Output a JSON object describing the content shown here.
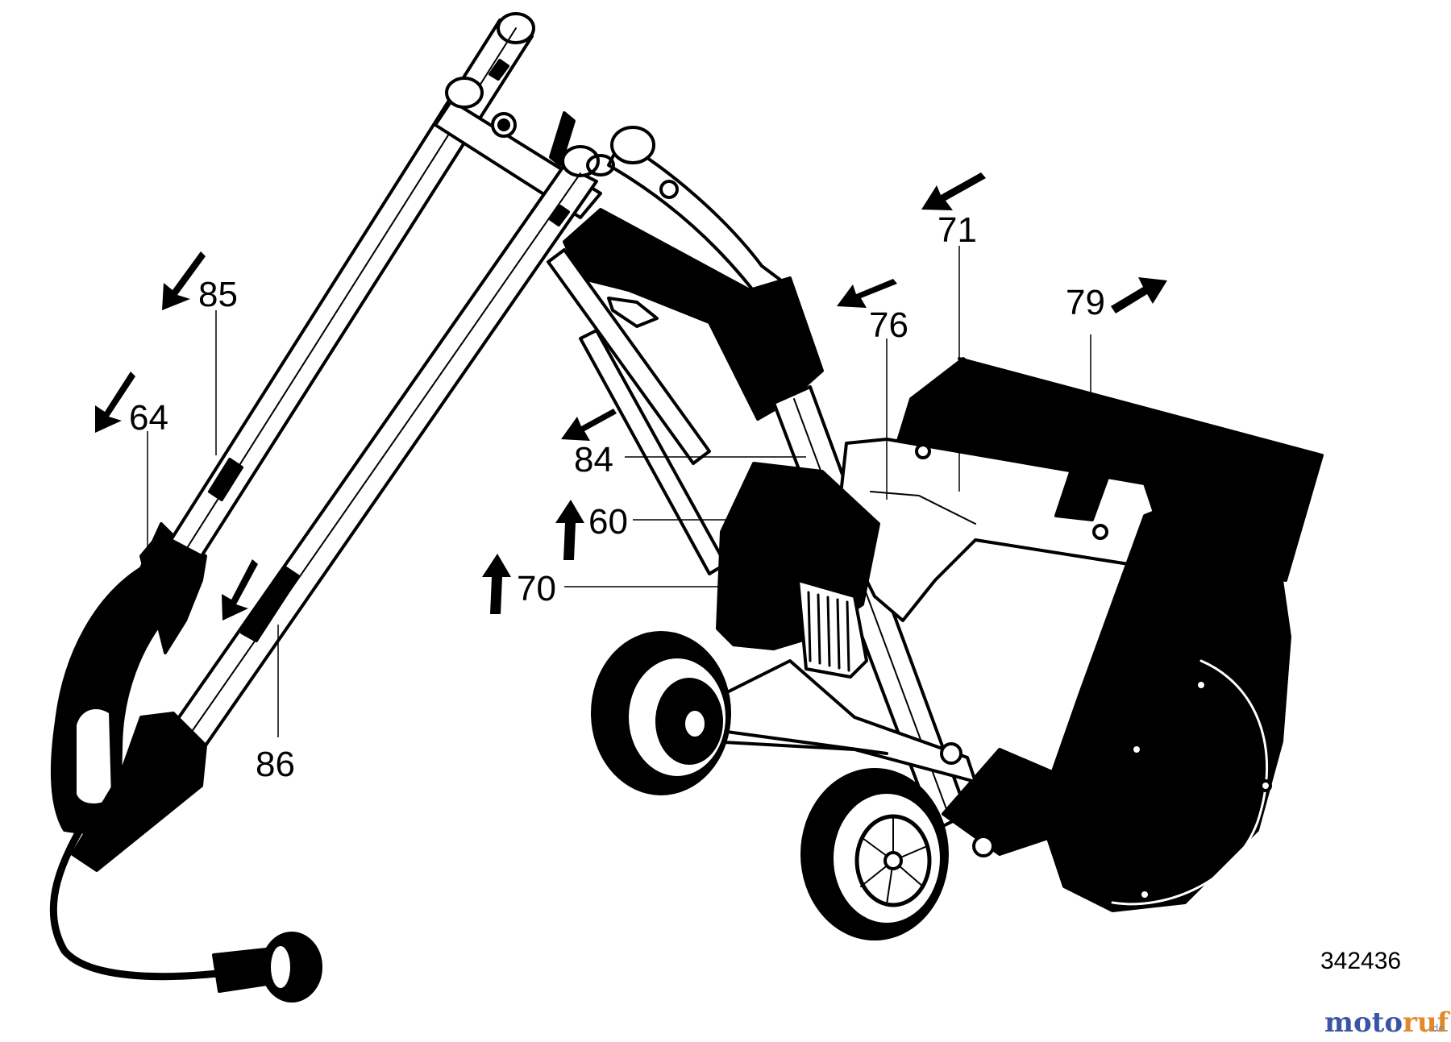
{
  "diagram": {
    "parts": [
      {
        "id": "85",
        "arrow": "down-left"
      },
      {
        "id": "64",
        "arrow": "down-left"
      },
      {
        "id": "86",
        "arrow": "down-left"
      },
      {
        "id": "71",
        "arrow": "down-left"
      },
      {
        "id": "76",
        "arrow": "down-left"
      },
      {
        "id": "79",
        "arrow": "up-right"
      },
      {
        "id": "84",
        "arrow": "down-left"
      },
      {
        "id": "60",
        "arrow": "up"
      },
      {
        "id": "70",
        "arrow": "up"
      }
    ],
    "drawing_number": "342436"
  },
  "watermark": {
    "brand_a": "moto",
    "brand_b": "ruf",
    "suffix": ".de",
    "colors": {
      "brand_a": "#3a55a4",
      "brand_b": "#e08a2c",
      "line_art": "#000000",
      "background": "#ffffff"
    }
  }
}
